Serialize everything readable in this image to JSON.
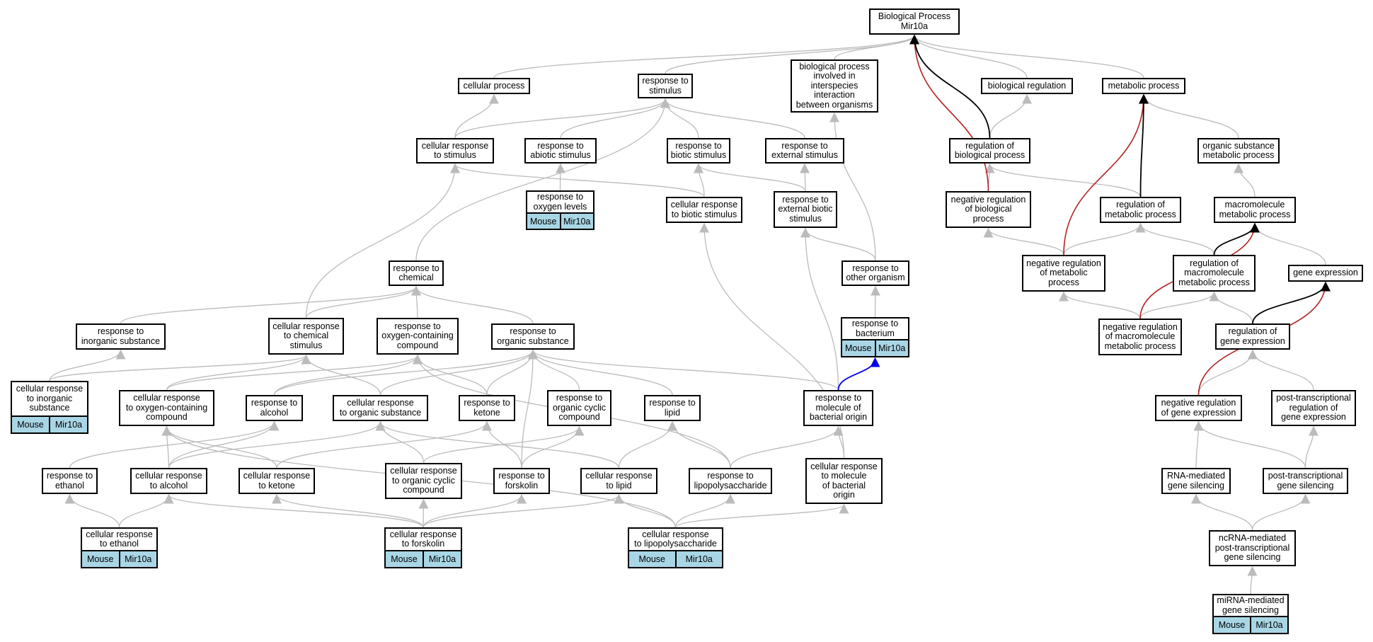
{
  "colors": {
    "edge": "#bbbbbb",
    "edge_black": "#000000",
    "edge_red": "#b22222",
    "edge_blue": "#0000ee",
    "tag_bg": "#a9d6e5"
  },
  "nodes": {
    "bp": "Biological Process\nMir10a",
    "cp": "cellular process",
    "rts": "response to\nstimulus",
    "bpis": "biological process\ninvolved in\ninterspecies\ninteraction\nbetween organisms",
    "breg": "biological regulation",
    "mp": "metabolic process",
    "crts": "cellular response\nto stimulus",
    "rabs": "response to\nabiotic stimulus",
    "rbs": "response to\nbiotic stimulus",
    "res": "response to\nexternal stimulus",
    "robp": "regulation of\nbiological process",
    "osmp": "organic substance\nmetabolic process",
    "rol": "response to\noxygen levels",
    "crbs": "cellular response\nto biotic stimulus",
    "rebs": "response to\nexternal biotic\nstimulus",
    "nrbp": "negative regulation\nof biological\nprocess",
    "rmp": "regulation of\nmetabolic process",
    "mmp": "macromolecule\nmetabolic process",
    "rtc": "response to\nchemical",
    "roo": "response to\nother organism",
    "nrmp": "negative regulation\nof metabolic\nprocess",
    "rmmp": "regulation of\nmacromolecule\nmetabolic process",
    "ge": "gene expression",
    "ris": "response to\ninorganic substance",
    "crcs": "cellular response\nto chemical\nstimulus",
    "rocc": "response to\noxygen-containing\ncompound",
    "ros": "response to\norganic substance",
    "rbac": "response to\nbacterium",
    "nrmmp": "negative regulation\nof macromolecule\nmetabolic process",
    "rge": "regulation of\ngene expression",
    "cris": "cellular response\nto inorganic\nsubstance",
    "crocc": "cellular response\nto oxygen-containing\ncompound",
    "ralc": "response to\nalcohol",
    "cros": "cellular response\nto organic substance",
    "rket": "response to\nketone",
    "rocyc": "response to\norganic cyclic\ncompound",
    "rlip": "response to\nlipid",
    "rmbo": "response to\nmolecule of\nbacterial origin",
    "nrge": "negative regulation\nof gene expression",
    "ptrge": "post-transcriptional\nregulation of\ngene expression",
    "reth": "response to\nethanol",
    "cralc": "cellular response\nto alcohol",
    "crket": "cellular response\nto ketone",
    "crocyc": "cellular response\nto organic cyclic\ncompound",
    "rfor": "response to\nforskolin",
    "crlip": "cellular response\nto lipid",
    "rlps": "response to\nlipopolysaccharide",
    "crmbo": "cellular response\nto molecule\nof bacterial\norigin",
    "rnags": "RNA-mediated\ngene silencing",
    "ptgs": "post-transcriptional\ngene silencing",
    "creth": "cellular response\nto ethanol",
    "crfor": "cellular response\nto forskolin",
    "crlps": "cellular response\nto lipopolysaccharide",
    "ncrna": "ncRNA-mediated\npost-transcriptional\ngene silencing",
    "mirna": "miRNA-mediated\ngene silencing"
  },
  "tags": {
    "species": "Mouse",
    "gene": "Mir10a"
  }
}
